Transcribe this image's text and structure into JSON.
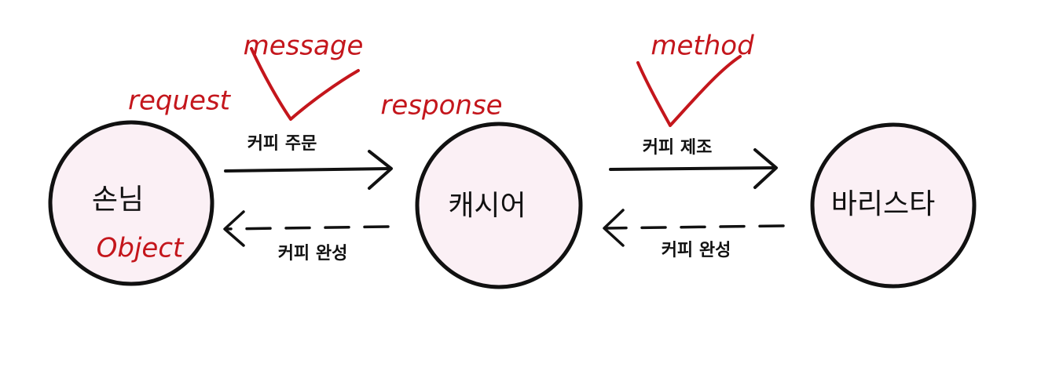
{
  "nodes": {
    "customer": "손님",
    "cashier": "캐시어",
    "barista": "바리스타"
  },
  "edges": {
    "order": "커피 주문",
    "make": "커피 제조",
    "done_to_customer": "커피 완성",
    "done_to_cashier": "커피 완성"
  },
  "annotations": {
    "request": "request",
    "response": "response",
    "object": "Object",
    "message": "message",
    "method": "method"
  },
  "colors": {
    "node_fill": "#fbf0f5",
    "stroke": "#111111",
    "annotation": "#c4161c"
  }
}
